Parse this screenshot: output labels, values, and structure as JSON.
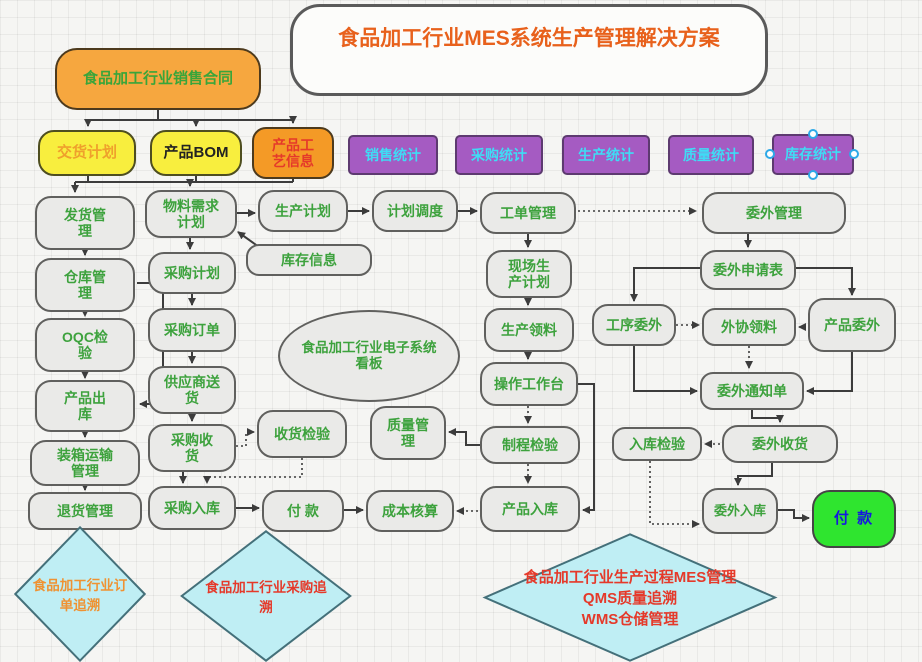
{
  "colors": {
    "title_text": "#e8611c",
    "green_label": "#3da23d",
    "yellow_fill": "#f8ee3e",
    "orange_fill": "#f6a73f",
    "deep_orange_fill": "#f49a26",
    "purple_fill": "#a55bc2",
    "cyan_text": "#3fdcf5",
    "diamond_fill": "#bfeef4",
    "green_box_fill": "#2fe52f",
    "green_box_text": "#1616e0",
    "red_text": "#e5392a",
    "orange_text": "#efa02c",
    "selection_handle": "#2da9e8"
  },
  "title": "食品加工行业MES系统生产管理解决方案",
  "nodes": {
    "contract": "食品加工行业销售合同",
    "delivery_plan": "交货计划",
    "product_bom": "产品BOM",
    "process_info": "产品工\n艺信息",
    "stat_sales": "销售统计",
    "stat_purchase": "采购统计",
    "stat_production": "生产统计",
    "stat_quality": "质量统计",
    "stat_inventory": "库存统计",
    "shipping": "发货管\n理",
    "warehouse": "仓库管\n理",
    "oqc": "OQC检\n验",
    "product_out": "产品出\n库",
    "packing": "装箱运输\n管理",
    "returns": "退货管理",
    "mrp": "物料需求\n计划",
    "purchase_plan": "采购计划",
    "purchase_order": "采购订单",
    "supplier_delivery": "供应商送\n货",
    "purchase_receive": "采购收\n货",
    "purchase_in": "采购入库",
    "production_plan": "生产计划",
    "scheduling": "计划调度",
    "inventory_info": "库存信息",
    "kanban": "食品加工行业电子系统\n看板",
    "receive_check": "收货检验",
    "quality_mgmt": "质量管\n理",
    "payment": "付 款",
    "cost": "成本核算",
    "work_order": "工单管理",
    "site_plan": "现场生\n产计划",
    "material_issue": "生产领料",
    "workbench": "操作工作台",
    "process_check": "制程检验",
    "product_in": "产品入库",
    "outsource_mgmt": "委外管理",
    "outsource_apply": "委外申请表",
    "process_outsource": "工序委外",
    "outsource_material": "外协领料",
    "product_outsource": "产品委外",
    "outsource_notice": "委外通知单",
    "storage_check": "入库检验",
    "outsource_receive": "委外收货",
    "outsource_in": "委外入库",
    "payment_green": "付 款",
    "d1": "食品加工行业订\n单追溯",
    "d2": "食品加工行业采购追\n溯",
    "d3": "食品加工行业生产过程MES管理\nQMS质量追溯\nWMS仓储管理"
  }
}
